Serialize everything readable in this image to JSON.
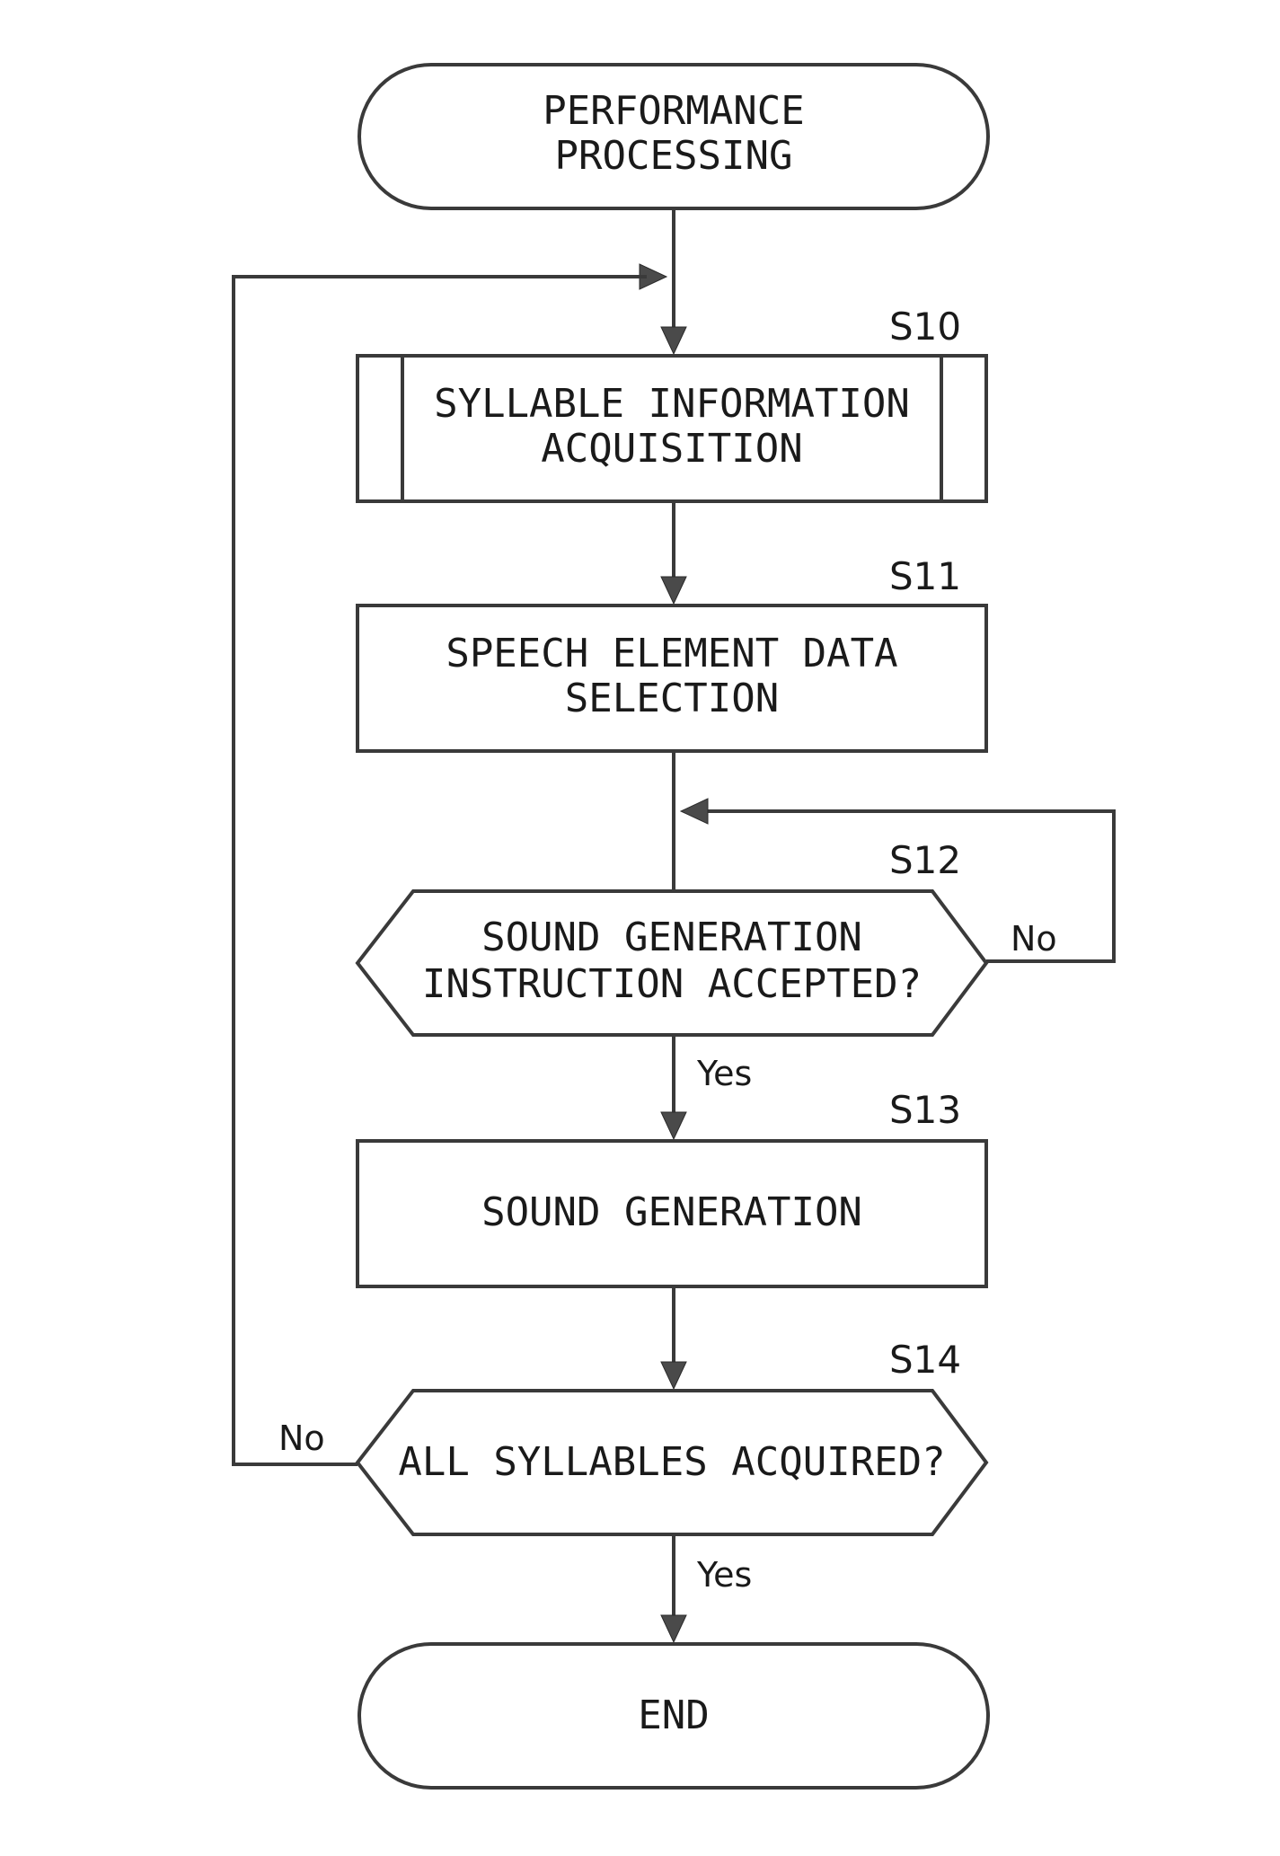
{
  "nodes": {
    "start": {
      "lines": [
        "PERFORMANCE",
        "PROCESSING"
      ]
    },
    "s10": {
      "step": "S10",
      "lines": [
        "SYLLABLE INFORMATION",
        "ACQUISITION"
      ]
    },
    "s11": {
      "step": "S11",
      "lines": [
        "SPEECH ELEMENT DATA",
        "SELECTION"
      ]
    },
    "s12": {
      "step": "S12",
      "lines": [
        "SOUND GENERATION",
        "INSTRUCTION ACCEPTED?"
      ],
      "yes": "Yes",
      "no": "No"
    },
    "s13": {
      "step": "S13",
      "lines": [
        "SOUND GENERATION"
      ]
    },
    "s14": {
      "step": "S14",
      "lines": [
        "ALL SYLLABLES ACQUIRED?"
      ],
      "yes": "Yes",
      "no": "No"
    },
    "end": {
      "lines": [
        "END"
      ]
    }
  }
}
